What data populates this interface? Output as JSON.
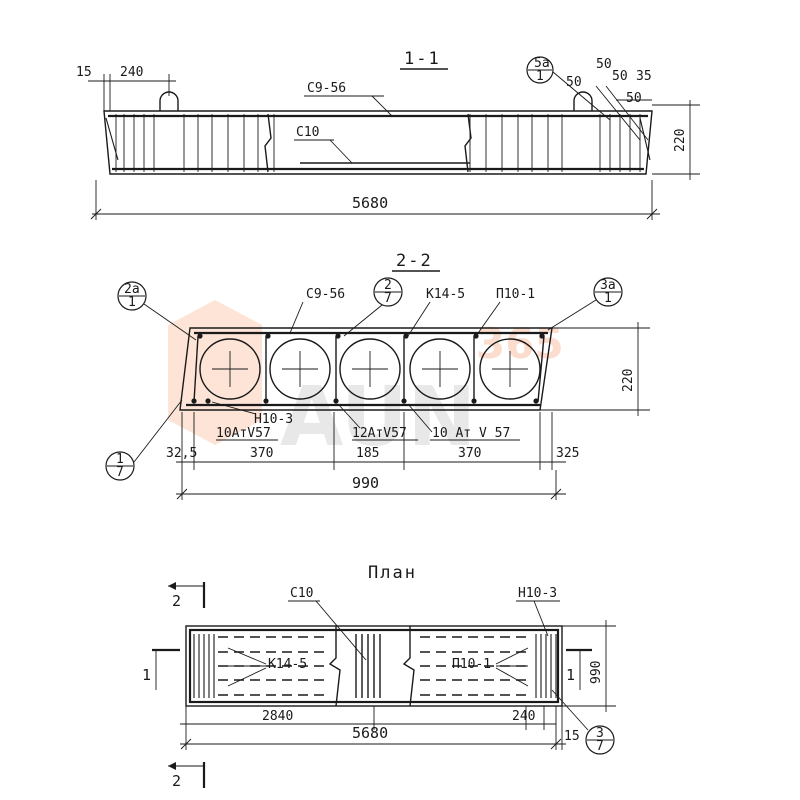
{
  "section_1": {
    "title": "1-1",
    "labels": {
      "c9": "C9-56",
      "c10": "C10",
      "d15": "15",
      "d240": "240",
      "d5680": "5680",
      "d220": "220",
      "d50a": "50",
      "d50b": "50",
      "d50c": "50",
      "d35": "35",
      "d50d": "50"
    },
    "callout": {
      "top": "5a",
      "bottom": "1"
    }
  },
  "section_2": {
    "title": "2-2",
    "labels": {
      "c9": "C9-56",
      "k14": "K14-5",
      "p10": "П10-1",
      "n10": "Н10-3",
      "r1": "10AтV57",
      "r2": "12AтV57",
      "r3": "10 Aт V 57",
      "d325a": "32,5",
      "d370a": "370",
      "d185": "185",
      "d370b": "370",
      "d325b": "325",
      "d990": "990",
      "d220": "220"
    },
    "callouts": [
      {
        "top": "2a",
        "bottom": "1"
      },
      {
        "top": "2",
        "bottom": "7"
      },
      {
        "top": "3a",
        "bottom": "1"
      },
      {
        "top": "1",
        "bottom": "7"
      }
    ]
  },
  "plan": {
    "title": "План",
    "labels": {
      "c10": "C10",
      "n10": "Н10-3",
      "k14": "K14-5",
      "p10": "П10-1",
      "d2840": "2840",
      "d240": "240",
      "d5680": "5680",
      "d15": "15",
      "d990": "990",
      "cut2_top": "2",
      "cut2_bot": "2",
      "cut1_left": "1",
      "cut1_right": "1"
    },
    "callout": {
      "top": "3",
      "bottom": "7"
    }
  },
  "watermark": {
    "digits": "365",
    "letters": "AUN"
  },
  "colors": {
    "ink": "#1a1a1a",
    "watermark": "#f26a22",
    "paper": "#ffffff"
  }
}
